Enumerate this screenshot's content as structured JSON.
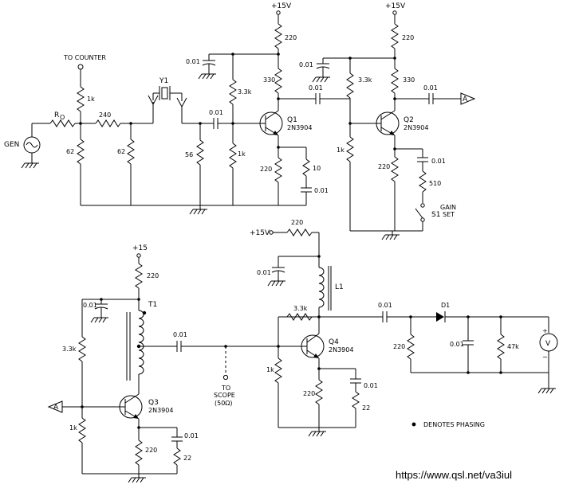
{
  "supply": {
    "v15_q1": "+15V",
    "v15_q2": "+15V",
    "v15_q3": "+15",
    "v15_q4": "+15V"
  },
  "input": {
    "gen": "GEN",
    "to_counter": "TO COUNTER",
    "r0": "R",
    "r0_sub": "O"
  },
  "crystal": {
    "label": "Y1"
  },
  "q1": {
    "name": "Q1",
    "part": "2N3904"
  },
  "q2": {
    "name": "Q2",
    "part": "2N3904"
  },
  "q3": {
    "name": "Q3",
    "part": "2N3904"
  },
  "q4": {
    "name": "Q4",
    "part": "2N3904"
  },
  "stage1": {
    "r_1k_top": "1k",
    "r_240": "240",
    "r_62_a": "62",
    "r_62_b": "62",
    "r_56": "56",
    "c_001": "0.01",
    "c_in": "0.01",
    "r_33k": "3.3k",
    "r_1k_base": "1k",
    "r_220_top": "220",
    "r_330": "330",
    "r_220_em": "220",
    "r_10": "10",
    "c_em": "0.01"
  },
  "stage2": {
    "c_dec": "0.01",
    "c_cpl": "0.01",
    "r_33k": "3.3k",
    "r_1k": "1k",
    "r_220_top": "220",
    "r_330": "330",
    "c_out": "0.01",
    "out_label": "A",
    "r_220_em": "220",
    "c_em": "0.01",
    "r_510": "510",
    "s1": "S1",
    "gain": "GAIN",
    "set": "SET"
  },
  "stage3": {
    "r_220_top": "220",
    "c_dec": "0.01",
    "t1": "T1",
    "r_33k": "3.3k",
    "r_1k": "1k",
    "in_label": "A",
    "c_cpl": "0.01",
    "r_220_em": "220",
    "c_em": "0.01",
    "r_22": "22"
  },
  "stage4": {
    "supply_label": "+15V",
    "r_220": "220",
    "c_dec": "0.01",
    "l1": "L1",
    "r_33k": "3.3k",
    "r_1k": "1k",
    "r_220_em": "220",
    "c_em": "0.01",
    "r_22": "22",
    "c_out": "0.01",
    "d1": "D1",
    "r_220_load": "220",
    "c_filt": "0.01",
    "r_47k": "47k",
    "meter": "V",
    "plus": "+",
    "minus": "−"
  },
  "scope": {
    "to": "TO",
    "scope": "SCOPE",
    "ohm": "(50Ω)"
  },
  "note": {
    "phasing": "DENOTES PHASING"
  },
  "footer": {
    "url": "https://www.qsl.net/va3iul"
  }
}
